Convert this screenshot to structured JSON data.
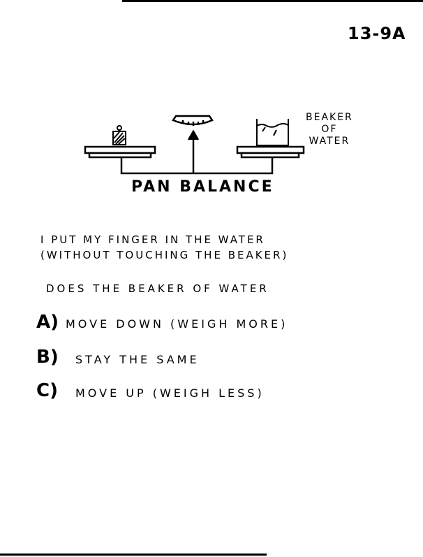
{
  "page": {
    "number": "13-9A"
  },
  "diagram": {
    "title": "PAN BALANCE",
    "beaker_label": [
      "BEAKER",
      "OF",
      "WATER"
    ]
  },
  "statement": {
    "line1": "I PUT MY FINGER IN THE WATER",
    "line2": "(WITHOUT TOUCHING THE BEAKER)"
  },
  "question": "DOES THE BEAKER OF WATER",
  "options": [
    {
      "letter": "A)",
      "text": "MOVE DOWN (WEIGH MORE)"
    },
    {
      "letter": "B)",
      "text": "STAY THE SAME"
    },
    {
      "letter": "C)",
      "text": "MOVE UP (WEIGH LESS)"
    }
  ]
}
